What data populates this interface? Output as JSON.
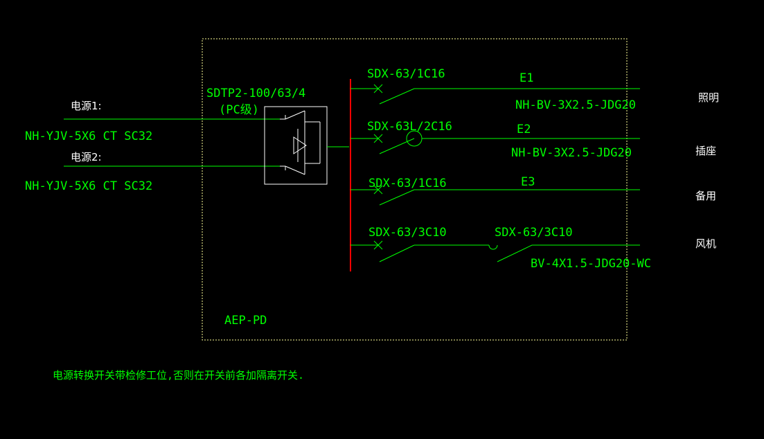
{
  "colors": {
    "background": "#000000",
    "line": "#00ff00",
    "frame": "#ffff99",
    "busbar": "#ff0000",
    "symbol": "#ffffff",
    "label_white": "#ffffff"
  },
  "sources": [
    {
      "name": "电源1:",
      "cable": "NH-YJV-5X6 CT SC32"
    },
    {
      "name": "电源2:",
      "cable": "NH-YJV-5X6 CT SC32"
    }
  ],
  "ats": {
    "model": "SDTP2-100/63/4",
    "grade": "(PC级)"
  },
  "panel": {
    "name": "AEP-PD"
  },
  "circuits": [
    {
      "breaker": "SDX-63/1C16",
      "id": "E1",
      "cable": "NH-BV-3X2.5-JDG20",
      "load": "照明"
    },
    {
      "breaker": "SDX-63L/2C16",
      "id": "E2",
      "cable": "NH-BV-3X2.5-JDG20",
      "load": "插座"
    },
    {
      "breaker": "SDX-63/1C16",
      "id": "E3",
      "cable": "",
      "load": "备用"
    },
    {
      "breaker": "SDX-63/3C10",
      "id": "",
      "cable": "BV-4X1.5-JDG20-WC",
      "load": "风机",
      "second_breaker": "SDX-63/3C10"
    }
  ],
  "note": "电源转换开关带检修工位,否则在开关前各加隔离开关."
}
